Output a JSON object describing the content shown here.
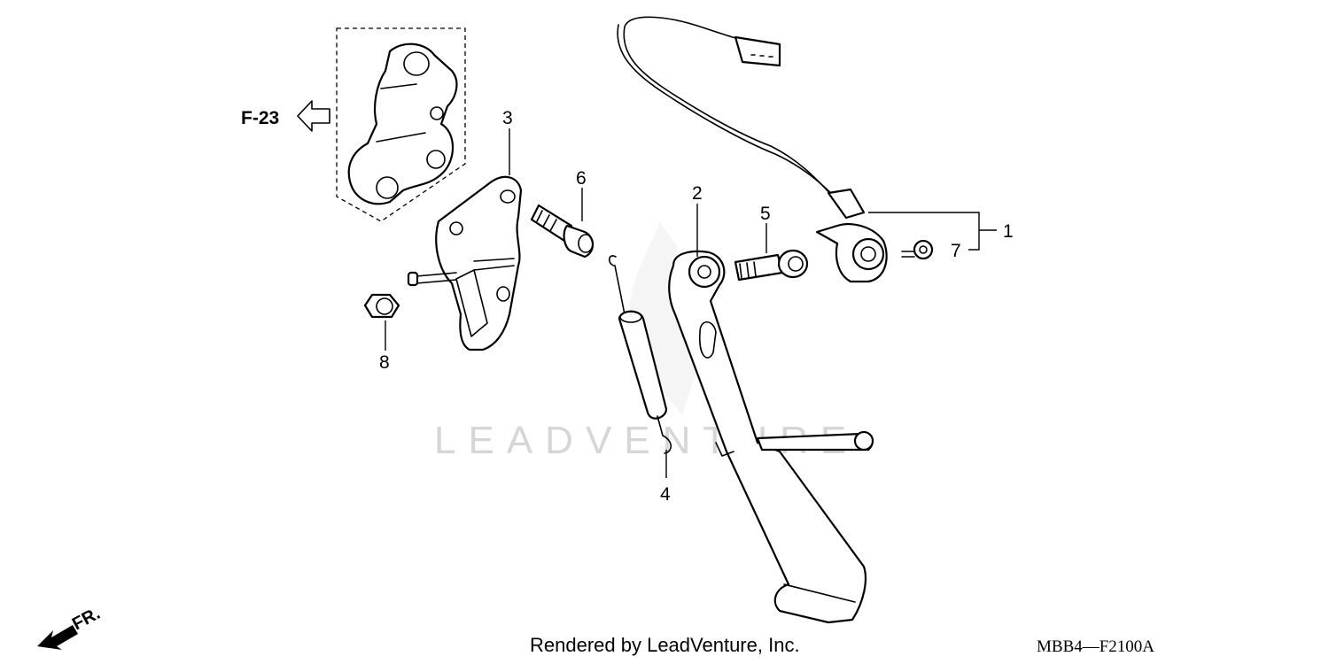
{
  "diagram": {
    "callouts": [
      {
        "id": "1",
        "label": "1"
      },
      {
        "id": "2",
        "label": "2"
      },
      {
        "id": "3",
        "label": "3"
      },
      {
        "id": "4",
        "label": "4"
      },
      {
        "id": "5",
        "label": "5"
      },
      {
        "id": "6",
        "label": "6"
      },
      {
        "id": "7",
        "label": "7"
      },
      {
        "id": "8",
        "label": "8"
      }
    ],
    "reference": "F-23",
    "front_label": "FR.",
    "watermark": "LEADVENTURE"
  },
  "footer": {
    "credit": "Rendered by LeadVenture, Inc.",
    "code": "MBB4—F2100A"
  }
}
